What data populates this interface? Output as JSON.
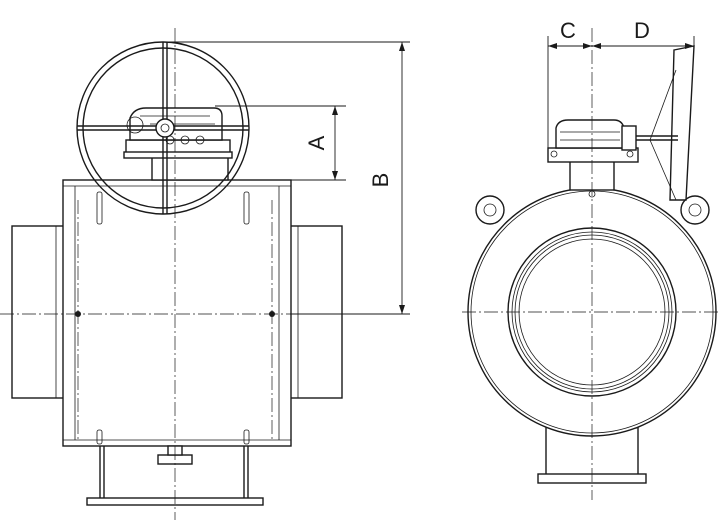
{
  "dimensions": {
    "A": "A",
    "B": "B",
    "C": "C",
    "D": "D"
  }
}
